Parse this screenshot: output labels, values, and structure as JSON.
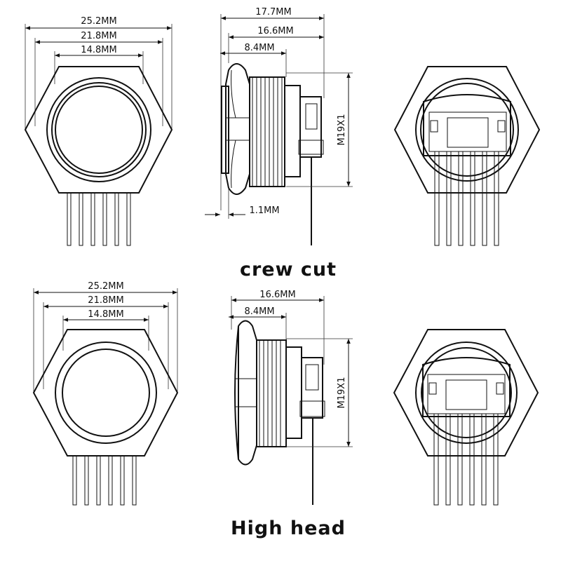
{
  "crew_cut": {
    "caption": "crew cut",
    "front": {
      "dim_outer": "25.2MM",
      "dim_mid": "21.8MM",
      "dim_inner": "14.8MM"
    },
    "side": {
      "dim_total": "17.7MM",
      "dim_body": "16.6MM",
      "dim_thread": "8.4MM",
      "dim_head": "1.1MM",
      "thread_label": "M19X1"
    }
  },
  "high_head": {
    "caption": "High head",
    "front": {
      "dim_outer": "25.2MM",
      "dim_mid": "21.8MM",
      "dim_inner": "14.8MM"
    },
    "side": {
      "dim_body": "16.6MM",
      "dim_thread": "8.4MM",
      "thread_label": "M19X1"
    }
  }
}
